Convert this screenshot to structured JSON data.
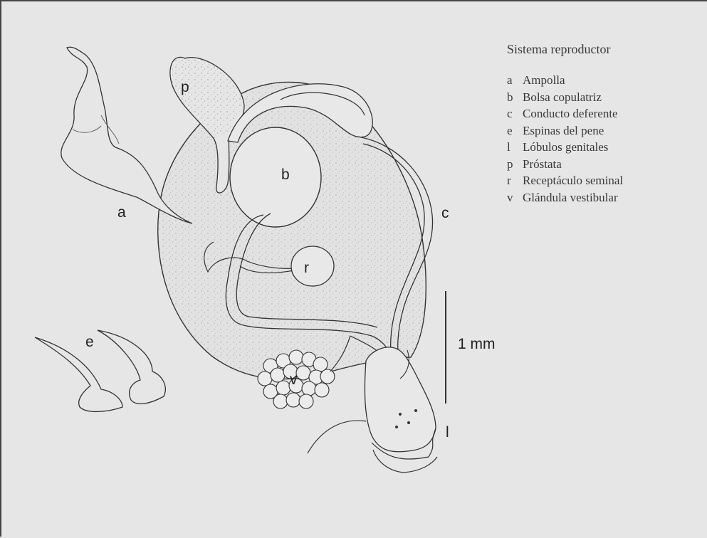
{
  "legend": {
    "title": "Sistema reproductor",
    "items": [
      {
        "key": "a",
        "label": "Ampolla"
      },
      {
        "key": "b",
        "label": "Bolsa copulatriz"
      },
      {
        "key": "c",
        "label": "Conducto deferente"
      },
      {
        "key": "e",
        "label": "Espinas del pene"
      },
      {
        "key": "l",
        "label": "Lóbulos genitales"
      },
      {
        "key": "p",
        "label": "Próstata"
      },
      {
        "key": "r",
        "label": "Receptáculo seminal"
      },
      {
        "key": "v",
        "label": "Glándula vestibular"
      }
    ]
  },
  "figure_labels": {
    "a": "a",
    "b": "b",
    "c": "c",
    "e": "e",
    "l": "l",
    "p": "p",
    "r": "r",
    "v": "v"
  },
  "scale": {
    "label": "1 mm"
  },
  "colors": {
    "background": "#e6e6e6",
    "ink": "#333333",
    "fill": "#e4e4e4"
  }
}
